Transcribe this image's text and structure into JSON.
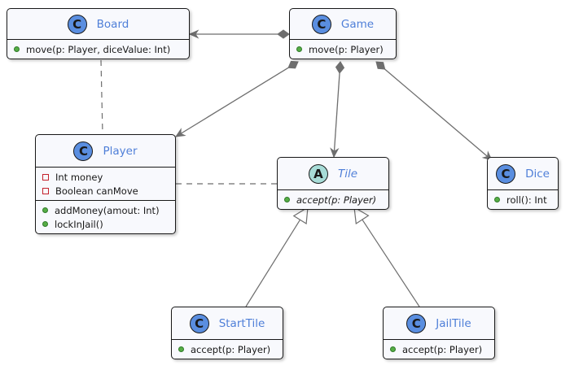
{
  "classes": [
    {
      "id": "board",
      "kind": "class",
      "stereotype_letter": "C",
      "name": "Board",
      "abstract": false,
      "fields": [],
      "methods": [
        {
          "visibility": "public",
          "signature": "move(p: Player, diceValue: Int)",
          "abstract": false
        }
      ]
    },
    {
      "id": "game",
      "kind": "class",
      "stereotype_letter": "C",
      "name": "Game",
      "abstract": false,
      "fields": [],
      "methods": [
        {
          "visibility": "public",
          "signature": "move(p: Player)",
          "abstract": false
        }
      ]
    },
    {
      "id": "player",
      "kind": "class",
      "stereotype_letter": "C",
      "name": "Player",
      "abstract": false,
      "fields": [
        {
          "visibility": "private",
          "signature": "Int money"
        },
        {
          "visibility": "private",
          "signature": "Boolean canMove"
        }
      ],
      "methods": [
        {
          "visibility": "public",
          "signature": "addMoney(amout: Int)",
          "abstract": false
        },
        {
          "visibility": "public",
          "signature": "lockInJail()",
          "abstract": false
        }
      ]
    },
    {
      "id": "tile",
      "kind": "abstract",
      "stereotype_letter": "A",
      "name": "Tile",
      "abstract": true,
      "fields": [],
      "methods": [
        {
          "visibility": "public",
          "signature": "accept(p: Player)",
          "abstract": true
        }
      ]
    },
    {
      "id": "dice",
      "kind": "class",
      "stereotype_letter": "C",
      "name": "Dice",
      "abstract": false,
      "fields": [],
      "methods": [
        {
          "visibility": "public",
          "signature": "roll(): Int",
          "abstract": false
        }
      ]
    },
    {
      "id": "starttile",
      "kind": "class",
      "stereotype_letter": "C",
      "name": "StartTile",
      "abstract": false,
      "fields": [],
      "methods": [
        {
          "visibility": "public",
          "signature": "accept(p: Player)",
          "abstract": false
        }
      ]
    },
    {
      "id": "jailtile",
      "kind": "class",
      "stereotype_letter": "C",
      "name": "JailTile",
      "abstract": false,
      "fields": [],
      "methods": [
        {
          "visibility": "public",
          "signature": "accept(p: Player)",
          "abstract": false
        }
      ]
    }
  ],
  "relations": [
    {
      "type": "composition",
      "whole": "game",
      "part": "board"
    },
    {
      "type": "composition",
      "whole": "game",
      "part": "player"
    },
    {
      "type": "composition",
      "whole": "game",
      "part": "tile"
    },
    {
      "type": "composition",
      "whole": "game",
      "part": "dice"
    },
    {
      "type": "dependency",
      "from": "board",
      "to": "player"
    },
    {
      "type": "dependency",
      "from": "player",
      "to": "tile"
    },
    {
      "type": "generalization",
      "child": "starttile",
      "parent": "tile"
    },
    {
      "type": "generalization",
      "child": "jailtile",
      "parent": "tile"
    }
  ]
}
